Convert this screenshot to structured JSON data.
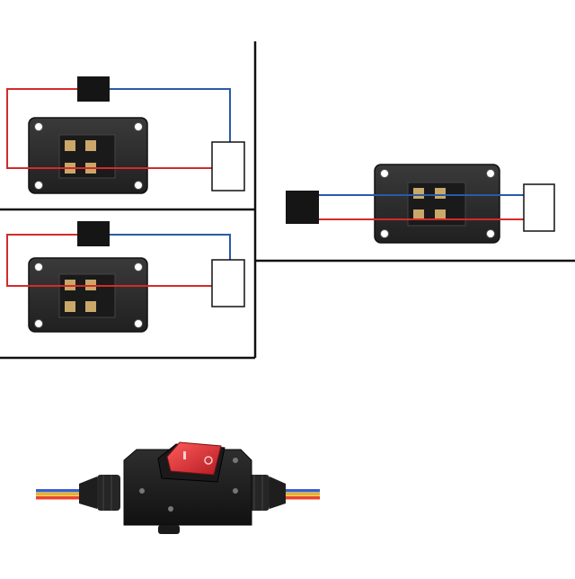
{
  "diagrams": [
    {
      "id": "panel-top-left",
      "wiring": "through-both-poles",
      "source": "black-box",
      "load": "white-box"
    },
    {
      "id": "panel-bottom-left",
      "wiring": "through-both-poles",
      "source": "black-box",
      "load": "white-box"
    },
    {
      "id": "panel-right",
      "wiring": "through-both-poles",
      "source": "black-box",
      "load": "white-box"
    }
  ],
  "product": {
    "name": "",
    "switch_color": "#d8262e",
    "housing_color": "#1c1c1c",
    "cable_colors": [
      "#e8452a",
      "#f2b11c",
      "#3a5fc8"
    ]
  },
  "colors": {
    "live_wire": "#d42a2a",
    "neutral_wire": "#2a5aa8",
    "source_box": "#151515",
    "load_box": "#ffffff",
    "switch_plate": "#2b2b2b",
    "terminal": "#c9a86a",
    "divider": "#111111"
  },
  "icons": [
    "switch-plate-icon",
    "screw-hole-icon",
    "terminal-icon",
    "power-source-icon",
    "load-icon",
    "rocker-switch-icon"
  ]
}
